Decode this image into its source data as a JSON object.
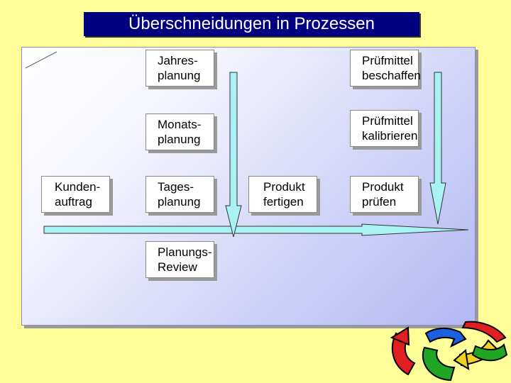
{
  "title": "Überschneidungen in Prozessen",
  "boxes": {
    "jahresplanung": "Jahres-\nplanung",
    "pruefmittel_beschaffen": "Prüfmittel\nbeschaffen",
    "monatsplanung": "Monats-\nplanung",
    "pruefmittel_kalibrieren": "Prüfmittel\nkalibrieren",
    "kundenauftrag": "Kunden-\nauftrag",
    "tagesplanung": "Tages-\nplanung",
    "produkt_fertigen": "Produkt\nfertigen",
    "produkt_pruefen": "Produkt\nprüfen",
    "planungs_review": "Planungs-\nReview"
  },
  "colors": {
    "background": "#ffff99",
    "title_bg": "#000080",
    "arrow_fill": "#a9f2f4",
    "logo_red": "#e02020",
    "logo_green": "#22a522",
    "logo_blue": "#1e5ee0",
    "logo_yellow": "#f0d020"
  },
  "icons": [
    "process-cycle-logo-icon"
  ]
}
